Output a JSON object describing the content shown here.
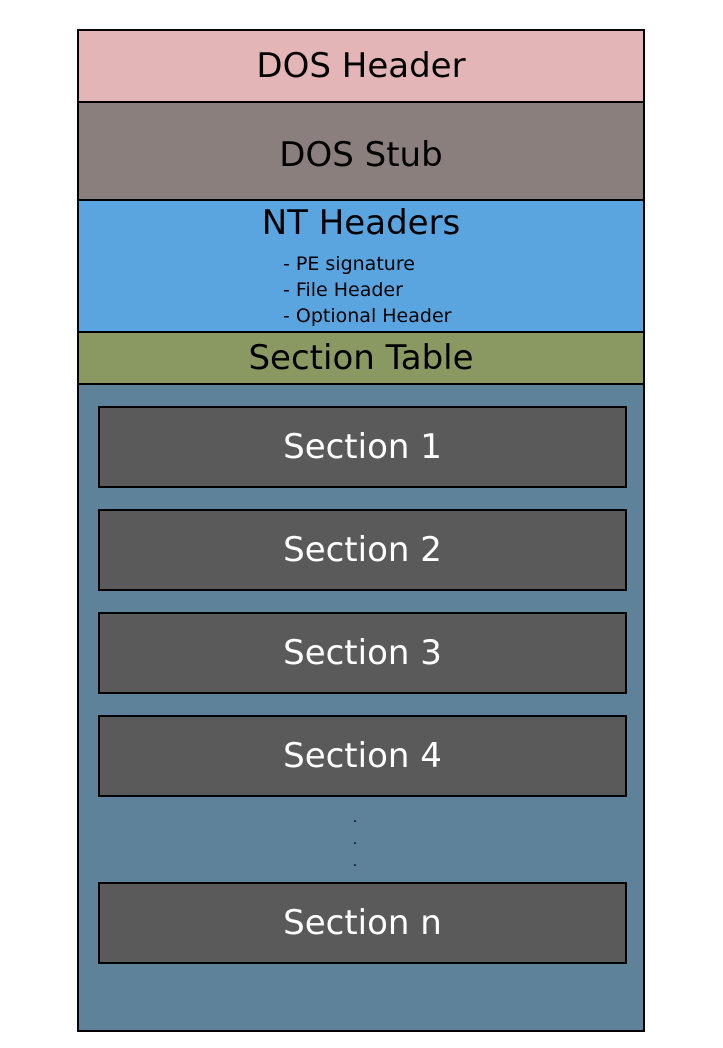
{
  "diagram": {
    "dos_header": "DOS Header",
    "dos_stub": "DOS Stub",
    "nt_headers": {
      "title": "NT Headers",
      "items": [
        "- PE signature",
        "- File Header",
        "- Optional Header"
      ]
    },
    "section_table": "Section Table",
    "sections": [
      "Section 1",
      "Section 2",
      "Section 3",
      "Section 4",
      "Section n"
    ],
    "ellipsis": [
      "·",
      "·",
      "·"
    ]
  }
}
